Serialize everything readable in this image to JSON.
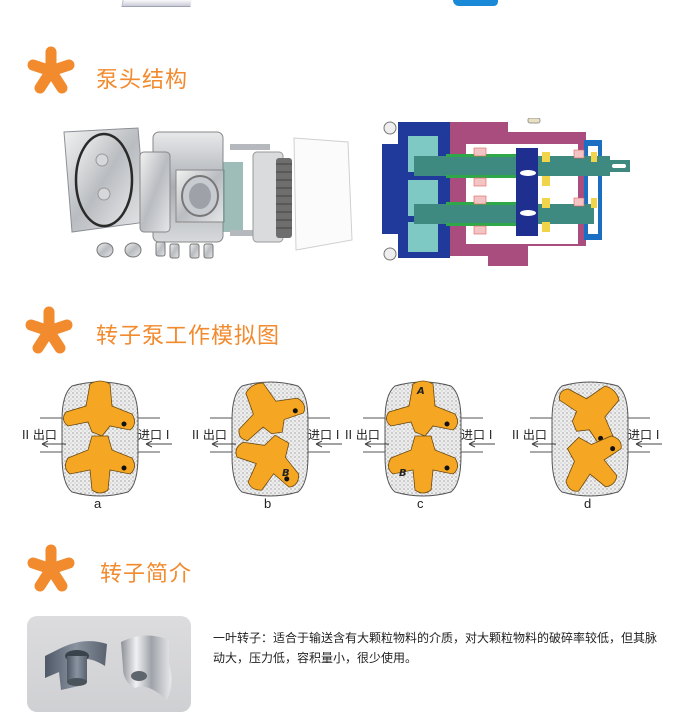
{
  "colors": {
    "accent": "#f28a2e",
    "rotor_orange": "#f5a623",
    "housing_blue": "#1f3a9a",
    "housing_magenta": "#a84d7e",
    "shaft_teal": "#3f8a80"
  },
  "sections": [
    {
      "id": "pump-head-structure",
      "title": "泵头结构",
      "icon": "asterisk-icon"
    },
    {
      "id": "rotor-pump-simulation",
      "title": "转子泵工作模拟图",
      "icon": "asterisk-icon"
    },
    {
      "id": "rotor-introduction",
      "title": "转子简介",
      "icon": "asterisk-icon"
    }
  ],
  "pump_head": {
    "photo_alt": "exploded-pump-head-photo",
    "cutaway_alt": "pump-cross-section-diagram"
  },
  "simulation": {
    "outlet_label": "II 出口",
    "inlet_label": "进口 I",
    "diagrams": [
      {
        "caption": "a",
        "markers": []
      },
      {
        "caption": "b",
        "markers": [
          "B"
        ]
      },
      {
        "caption": "c",
        "markers": [
          "A",
          "B"
        ]
      },
      {
        "caption": "d",
        "markers": []
      }
    ]
  },
  "rotor_intro": {
    "image_alt": "single-lobe-rotor-photo",
    "description_line1": "一叶转子：适合于输送含有大颗粒物料的介质，对大颗粒物料的破碎率较低，但其脉",
    "description_line2": "动大，压力低，容积量小，很少使用。"
  }
}
